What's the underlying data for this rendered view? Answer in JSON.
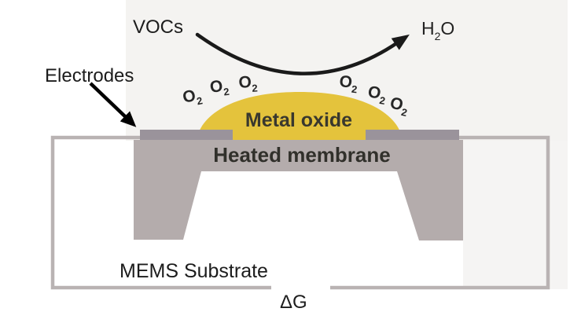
{
  "labels": {
    "vocs": "VOCs",
    "electrodes": "Electrodes",
    "metal_oxide": "Metal oxide",
    "heated_membrane": "Heated membrane",
    "mems_substrate": "MEMS Substrate",
    "delta_g": "ΔG"
  },
  "molecules": {
    "h2o": {
      "h": "H",
      "sub": "2",
      "o": "O"
    },
    "o2": {
      "symbol": "O",
      "subscript": "2",
      "left_count": 3,
      "right_count": 3
    }
  },
  "colors": {
    "metal_oxide_dome": "#e4c33c",
    "membrane_substrate": "#b4acac",
    "electrode": "#9a939b",
    "circuit_wire": "#b9b3b3",
    "arrow": "#1a1a1a",
    "background_tint_top": "#f4f3f1",
    "background_tint_right": "#f5f4f3"
  }
}
